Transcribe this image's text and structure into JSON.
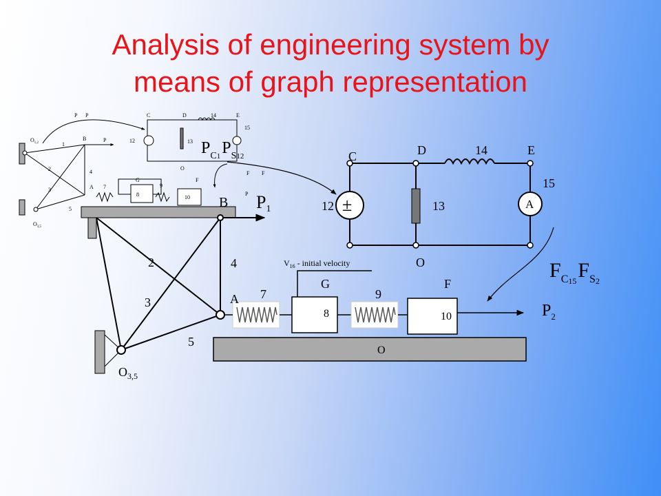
{
  "title": {
    "line1": "Analysis of engineering system by",
    "line2": "means of graph representation"
  },
  "circuit": {
    "node_c": "C",
    "node_d": "D",
    "node_e": "E",
    "node_o": "O",
    "resistor_14": "14",
    "element_13": "13",
    "source_12": "12",
    "source_symbol": "±",
    "ammeter_15": "15",
    "ammeter_symbol": "A"
  },
  "mechanism": {
    "label_b": "B",
    "label_a": "A",
    "link_2": "2",
    "link_3": "3",
    "link_4": "4",
    "link_5": "5",
    "pivot_o35": "O",
    "pivot_o35_sub": "3,5",
    "force_p1": "P",
    "force_p1_sub": "1"
  },
  "translational": {
    "velocity_note": "V",
    "velocity_sub": "16",
    "velocity_text": " - initial  velocity",
    "label_g": "G",
    "label_f": "F",
    "spring_7": "7",
    "spring_9": "9",
    "mass_8": "8",
    "mass_10": "10",
    "ground_o": "O",
    "force_p2": "P",
    "force_p2_sub": "2"
  },
  "annotations": {
    "pc_ps": {
      "p1": "P",
      "sub1": "C",
      "sub1b": "1",
      "p2": "P",
      "sub2": "S",
      "sub2b": "12"
    },
    "fc_fs": {
      "f1": "F",
      "sub1": "C",
      "sub1b": "15",
      "f2": "F",
      "sub2": "S",
      "sub2b": "2"
    }
  },
  "thumbnail": {
    "o12": "O",
    "o12_sub": "1,2",
    "link_1": "1",
    "p_sub_label": "P",
    "pc_ps": "P",
    "fc_fs": "F"
  }
}
